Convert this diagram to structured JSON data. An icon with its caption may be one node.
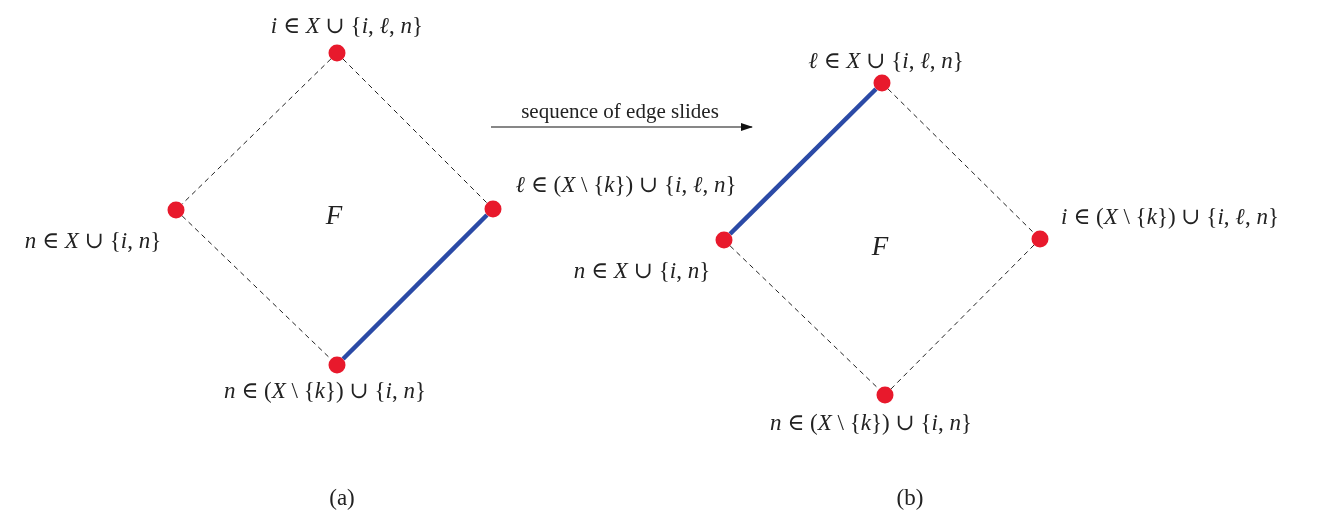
{
  "diagram": {
    "nodes": [
      {
        "text": [],
        "shape": "circle",
        "beside": [
          "*i* ∈ *X* ∪ {*i*, *ℓ*, *n*}"
        ]
      },
      {
        "text": [],
        "shape": "circle",
        "beside": [
          "*n* ∈ *X* ∪ {*i*, *n*}"
        ]
      },
      {
        "text": [],
        "shape": "circle",
        "beside": [
          "*ℓ* ∈ (*X* \\ {*k*}) ∪ {*i*, *ℓ*, *n*}"
        ]
      },
      {
        "text": [],
        "shape": "circle",
        "beside": [
          "*n* ∈ (*X* \\ {*k*}) ∪ {*i*, *n*}"
        ]
      },
      {
        "text": [],
        "shape": "circle",
        "beside": [
          "*ℓ* ∈ *X* ∪ {*i*, *ℓ*, *n*}"
        ]
      },
      {
        "text": [],
        "shape": "circle",
        "beside": [
          "*n* ∈ *X* ∪ {*i*, *n*}"
        ]
      },
      {
        "text": [],
        "shape": "circle",
        "beside": [
          "*i* ∈ (*X* \\ {*k*}) ∪ {*i*, *ℓ*, *n*}"
        ]
      },
      {
        "text": [],
        "shape": "circle",
        "beside": [
          "*n* ∈ (*X* \\ {*k*}) ∪ {*i*, *n*}"
        ]
      }
    ],
    "edges": [
      {
        "from": 0,
        "to": 1,
        "arrow": "none",
        "style": "dashed"
      },
      {
        "from": 0,
        "to": 2,
        "arrow": "none",
        "style": "dashed"
      },
      {
        "from": 1,
        "to": 3,
        "arrow": "none",
        "style": "dashed"
      },
      {
        "from": 2,
        "to": 3,
        "arrow": "none",
        "style": "thick",
        "color": "#2b4aa6"
      },
      {
        "from": 4,
        "to": 5,
        "arrow": "none",
        "style": "thick",
        "color": "#2b4aa6"
      },
      {
        "from": 4,
        "to": 6,
        "arrow": "none",
        "style": "dashed"
      },
      {
        "from": 5,
        "to": 7,
        "arrow": "none",
        "style": "dashed"
      },
      {
        "from": 6,
        "to": 7,
        "arrow": "none",
        "style": "dashed"
      }
    ],
    "labels": [
      "sequence of edge slides",
      "*F*",
      "*F*",
      "(a)",
      "(b)"
    ]
  }
}
